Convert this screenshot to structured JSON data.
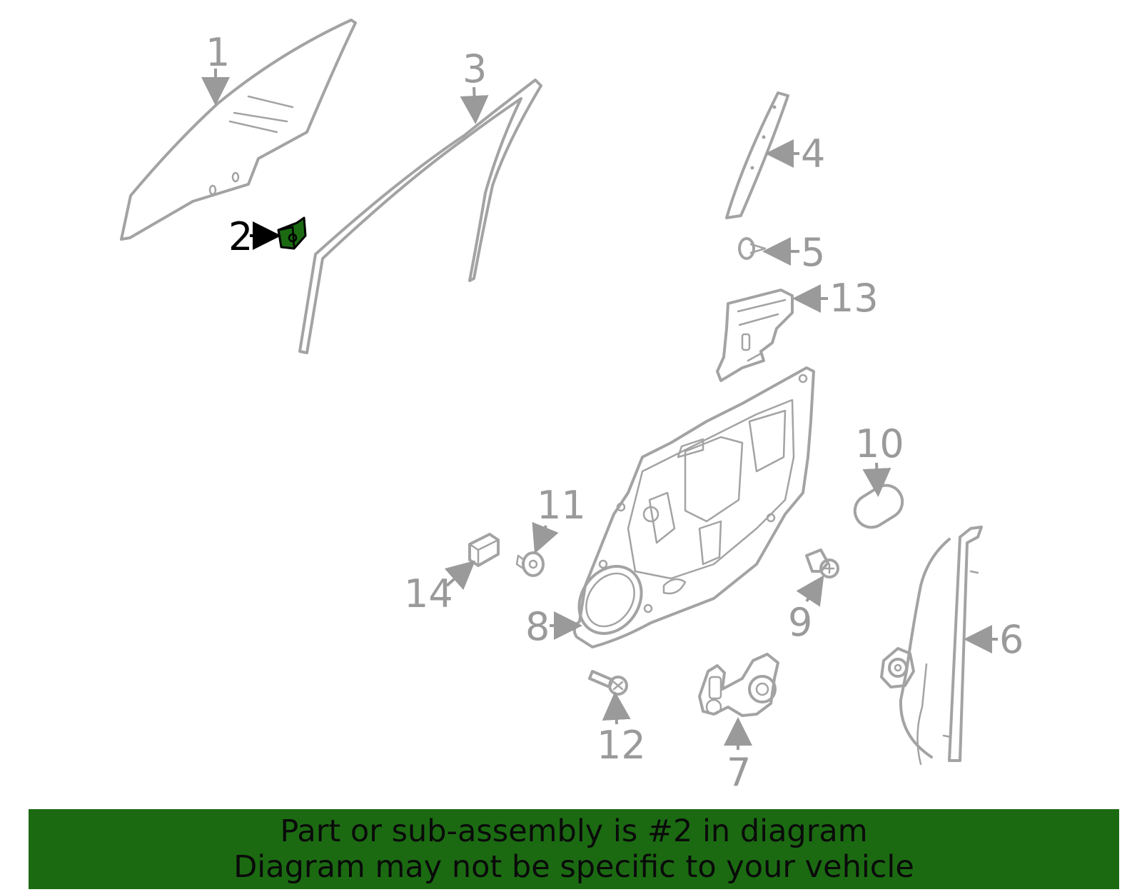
{
  "diagram": {
    "highlighted_part": "2",
    "callouts": [
      {
        "id": "c1",
        "label": "1"
      },
      {
        "id": "c2",
        "label": "2"
      },
      {
        "id": "c3",
        "label": "3"
      },
      {
        "id": "c4",
        "label": "4"
      },
      {
        "id": "c5",
        "label": "5"
      },
      {
        "id": "c6",
        "label": "6"
      },
      {
        "id": "c7",
        "label": "7"
      },
      {
        "id": "c8",
        "label": "8"
      },
      {
        "id": "c9",
        "label": "9"
      },
      {
        "id": "c10",
        "label": "10"
      },
      {
        "id": "c11",
        "label": "11"
      },
      {
        "id": "c12",
        "label": "12"
      },
      {
        "id": "c13",
        "label": "13"
      },
      {
        "id": "c14",
        "label": "14"
      }
    ]
  },
  "banner": {
    "line1": "Part or sub-assembly is #2 in diagram",
    "line2": "Diagram may not be specific to your vehicle",
    "color": "#1b6a12"
  },
  "colors": {
    "part_line": "#a3a3a3",
    "callout_text": "#9a9a9a",
    "highlight": "#1b6a12"
  }
}
